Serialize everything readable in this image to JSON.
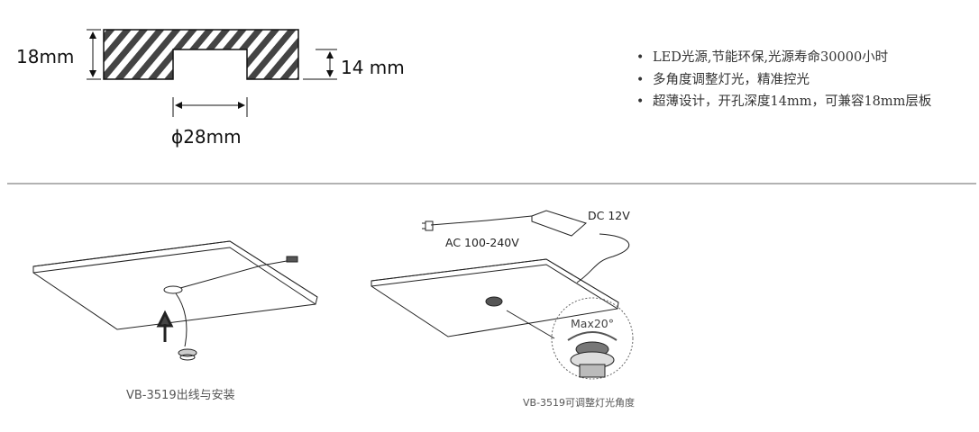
{
  "dimensions": {
    "height_board": "18mm",
    "depth_hole": "14 mm",
    "diameter": "ϕ28mm"
  },
  "features": [
    "LED光源,节能环保,光源寿命30000小时",
    "多角度调整灯光，精准控光",
    "超薄设计，开孔深度14mm，可兼容18mm层板"
  ],
  "install": {
    "caption": "VB-3519出线与安装"
  },
  "adjust": {
    "dc_label": "DC 12V",
    "ac_label": "AC 100-240V",
    "angle_label": "Max20°",
    "caption": "VB-3519可调整灯光角度"
  }
}
